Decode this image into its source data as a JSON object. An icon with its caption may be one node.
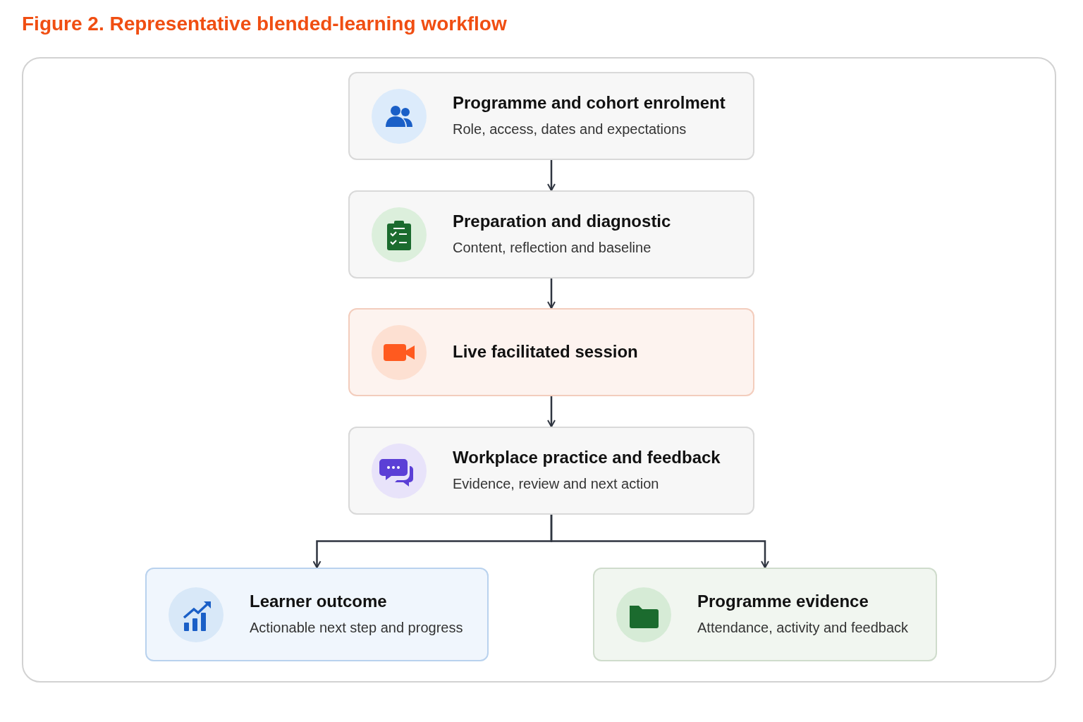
{
  "diagram": {
    "title": "Figure 2. Representative blended-learning workflow",
    "nodes": [
      {
        "text": [
          "Programme and cohort enrolment",
          "Role, access, dates and expectations"
        ]
      },
      {
        "text": [
          "Preparation and diagnostic",
          "Content, reflection and baseline"
        ]
      },
      {
        "text": [
          "Live facilitated session"
        ]
      },
      {
        "text": [
          "Workplace practice and feedback",
          "Evidence, review and next action"
        ]
      },
      {
        "text": [
          "Learner outcome",
          "Actionable next step and progress"
        ]
      },
      {
        "text": [
          "Programme evidence",
          "Attendance, activity and feedback"
        ]
      }
    ],
    "edges": [
      {
        "from": 0,
        "to": 1,
        "arrow": "to"
      },
      {
        "from": 1,
        "to": 2,
        "arrow": "to"
      },
      {
        "from": 2,
        "to": 3,
        "arrow": "to"
      },
      {
        "from": 3,
        "to": 4,
        "arrow": "to"
      },
      {
        "from": 3,
        "to": 5,
        "arrow": "to"
      }
    ]
  }
}
